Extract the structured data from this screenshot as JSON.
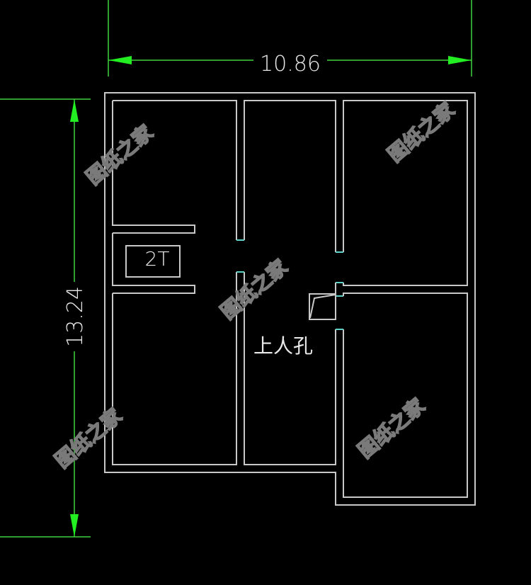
{
  "drawing": {
    "background": "#000000",
    "wall_color": "#c8c8c8",
    "dimension_color": "#3fd23f",
    "opening_color": "#5fd3c8"
  },
  "dimensions": {
    "width": "10.86",
    "height": "13.24"
  },
  "labels": {
    "tank": "2T",
    "hatch": "上人孔"
  },
  "watermarks": [
    "图纸之家",
    "图纸之家",
    "图纸之家",
    "图纸之家",
    "图纸之家"
  ]
}
